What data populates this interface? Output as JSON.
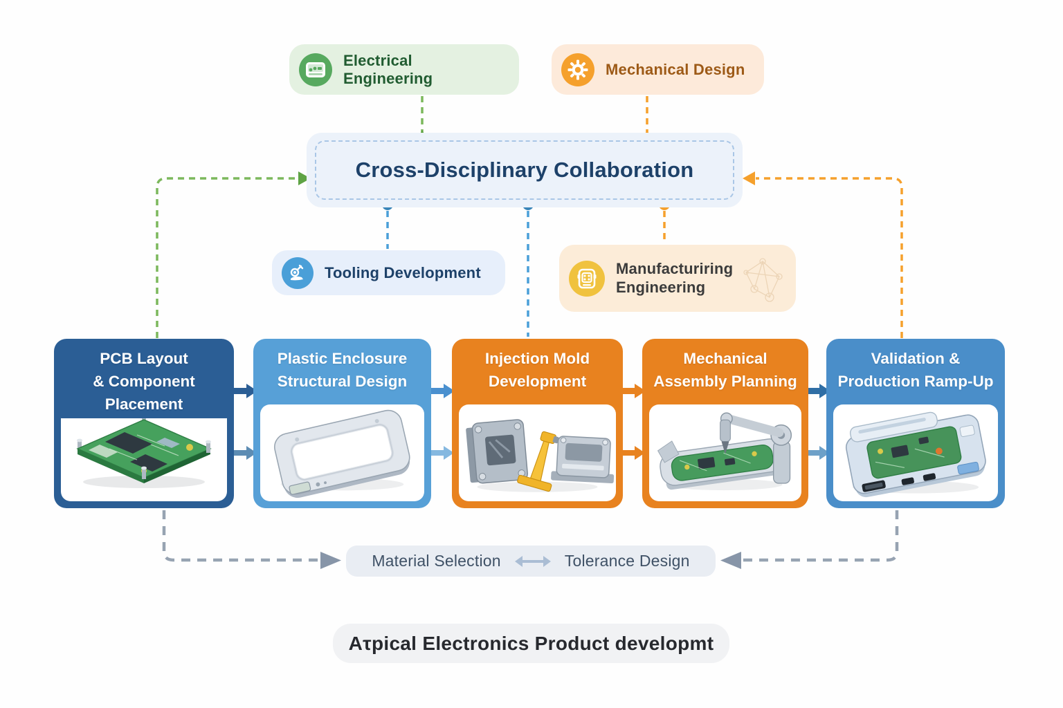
{
  "disciplines": {
    "electrical": {
      "label": "Electrical Engineering",
      "icon": "circuit-board-icon",
      "accent": "#57a95f",
      "bg": "#e4f1e1",
      "text_color": "#215c31"
    },
    "mechanical": {
      "label": "Mechanical Design",
      "icon": "gear-icon",
      "accent": "#f5a02c",
      "bg": "#fdeada",
      "text_color": "#9d5a17"
    },
    "tooling": {
      "label": "Tooling Development",
      "icon": "microscope-icon",
      "accent": "#4a9fd8",
      "bg": "#e7effb",
      "text_color": "#1d4169"
    },
    "manufacturing": {
      "label_line1": "Manufacturiring",
      "label_line2": "Engineering",
      "icon": "machine-panel-icon",
      "accent": "#f0c23e",
      "bg": "#fcecd8",
      "text_color": "#3b3b3b"
    }
  },
  "collaboration": {
    "title": "Cross-Disciplinary Collaboration",
    "bg": "#ecf2fa",
    "dash_color": "#a9c6e6",
    "text_color": "#1d4169"
  },
  "stages": [
    {
      "lines": [
        "PCB Layout",
        "& Component",
        "Placement"
      ],
      "color": "#2b5e95",
      "illustration": "pcb-board"
    },
    {
      "lines": [
        "Plastic Enclosure",
        "Structural Design"
      ],
      "color": "#57a0d7",
      "illustration": "plastic-enclosure"
    },
    {
      "lines": [
        "Injection Mold",
        "Development"
      ],
      "color": "#e8821f",
      "illustration": "injection-mold"
    },
    {
      "lines": [
        "Mechanical",
        "Assembly Planning"
      ],
      "color": "#e8821f",
      "illustration": "robot-assembly"
    },
    {
      "lines": [
        "Validation &",
        "Production Ramp-Up"
      ],
      "color": "#4a8ec9",
      "illustration": "finished-device"
    }
  ],
  "shared_bar": {
    "left": "Material Selection",
    "right": "Tolerance Design",
    "arrow": "double-headed"
  },
  "caption": "Aτpical Electronics Product developmt",
  "connector_colors": {
    "green": "#7cb85c",
    "orange": "#f5a02c",
    "blue": "#4a9fd8",
    "gray": "#97a3b2",
    "blue_dot": "#3a85b8"
  }
}
